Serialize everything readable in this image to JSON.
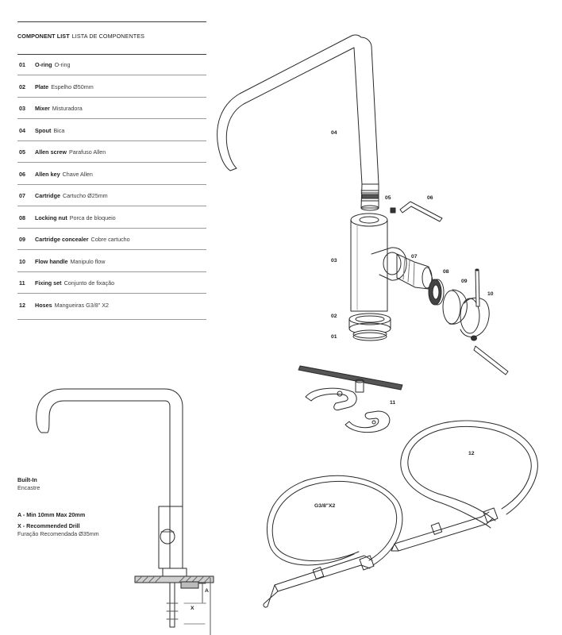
{
  "component_list": {
    "title": "COMPONENT LIST",
    "subtitle": "LISTA DE COMPONENTES",
    "items": [
      {
        "num": "01",
        "en": "O-ring",
        "pt": "O-ring"
      },
      {
        "num": "02",
        "en": "Plate",
        "pt": "Espelho Ø50mm"
      },
      {
        "num": "03",
        "en": "Mixer",
        "pt": "Misturadora"
      },
      {
        "num": "04",
        "en": "Spout",
        "pt": "Bica"
      },
      {
        "num": "05",
        "en": "Allen screw",
        "pt": "Parafuso Allen"
      },
      {
        "num": "06",
        "en": "Allen key",
        "pt": "Chave Allen"
      },
      {
        "num": "07",
        "en": "Cartridge",
        "pt": "Cartucho Ø25mm"
      },
      {
        "num": "08",
        "en": "Locking nut",
        "pt": "Porca de bloqueio"
      },
      {
        "num": "09",
        "en": "Cartridge concealer",
        "pt": "Cobre cartucho"
      },
      {
        "num": "10",
        "en": "Flow handle",
        "pt": "Manipulo flow"
      },
      {
        "num": "11",
        "en": "Fixing set",
        "pt": "Conjunto de fixação"
      },
      {
        "num": "12",
        "en": "Hoses",
        "pt": "Mangueiras G3/8\" X2"
      }
    ]
  },
  "diagram_labels": {
    "l04": "04",
    "l05": "05",
    "l06": "06",
    "l03": "03",
    "l07": "07",
    "l08": "08",
    "l09": "09",
    "l10": "10",
    "l02": "02",
    "l01": "01",
    "l11": "11",
    "l12": "12",
    "hose": "G3/8\"X2"
  },
  "install_notes": {
    "builtin_en": "Built-In",
    "builtin_pt": "Encastre",
    "a_line": "A - Min 10mm Max 20mm",
    "x_line": "X - Recommended Drill",
    "x_pt": "Furação Recomendada Ø35mm",
    "dim_a": "A",
    "dim_x": "X"
  }
}
